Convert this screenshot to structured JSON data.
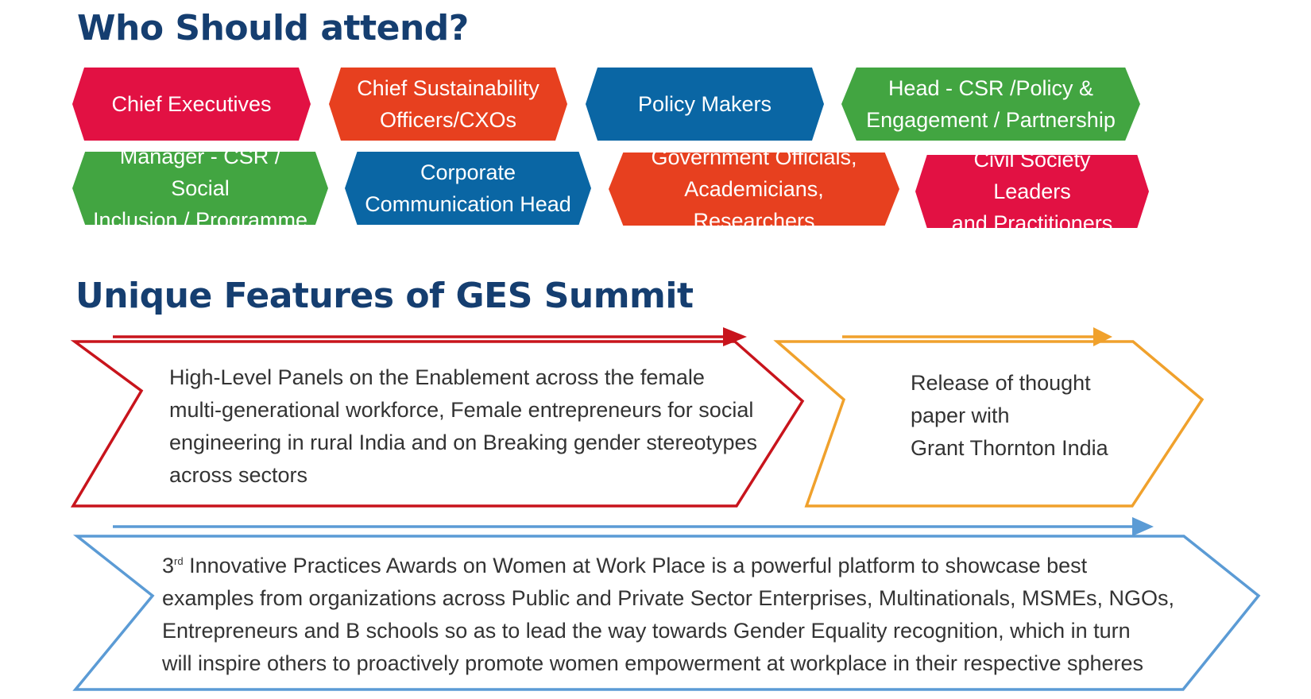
{
  "headings": {
    "attend": "Who Should attend?",
    "features": "Unique Features of GES Summit"
  },
  "attendees": [
    {
      "line1": "Chief Executives",
      "line2": ""
    },
    {
      "line1": "Chief Sustainability",
      "line2": "Officers/CXOs"
    },
    {
      "line1": "Policy Makers",
      "line2": ""
    },
    {
      "line1": "Head - CSR /Policy &",
      "line2": "Engagement / Partnership"
    },
    {
      "line1": "Manager - CSR / Social",
      "line2": "Inclusion / Programme"
    },
    {
      "line1": "Corporate",
      "line2": "Communication Head"
    },
    {
      "line1": "Government Officials,",
      "line2": "Academicians, Researchers"
    },
    {
      "line1": "Civil Society Leaders",
      "line2": "and Practitioners"
    }
  ],
  "features": {
    "panels": {
      "lines": [
        "High-Level Panels on the Enablement across the female",
        "multi-generational workforce, Female entrepreneurs for social",
        "engineering in rural India and on Breaking gender stereotypes",
        "across sectors"
      ]
    },
    "release": {
      "lines": [
        "Release of thought",
        "paper with",
        "Grant Thornton India"
      ]
    },
    "awards": {
      "ordinal_number": "3",
      "ordinal_suffix": "rd",
      "line1_rest": " Innovative Practices Awards on Women at Work Place is a powerful platform to showcase best",
      "lines": [
        "examples from organizations across Public and Private Sector Enterprises, Multinationals, MSMEs, NGOs,",
        "Entrepreneurs and B schools so as to lead the way towards Gender Equality recognition, which in turn",
        "will inspire others to proactively promote women empowerment at workplace in their respective spheres"
      ]
    }
  },
  "colors": {
    "heading": "#153e70",
    "red": "#e21143",
    "orange": "#e7401f",
    "blue": "#0a66a4",
    "green": "#42a541",
    "panel_stroke": "#c8141c",
    "release_stroke": "#f0a12c",
    "awards_stroke": "#5b9bd5"
  }
}
